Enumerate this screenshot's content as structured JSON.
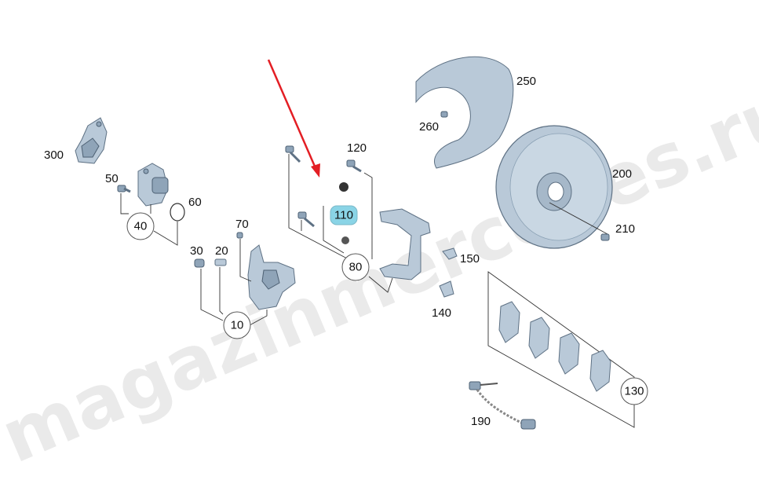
{
  "watermark": {
    "text": "magazinmercedes.ru"
  },
  "highlight_color": "#8ad4e6",
  "arrow_color": "#e31e24",
  "labels": {
    "p300": "300",
    "p50": "50",
    "p40": "40",
    "p60": "60",
    "p70": "70",
    "p30": "30",
    "p20": "20",
    "p10": "10",
    "p120": "120",
    "p110": "110",
    "p80": "80",
    "p150": "150",
    "p140": "140",
    "p250": "250",
    "p260": "260",
    "p200": "200",
    "p210": "210",
    "p130": "130",
    "p190": "190"
  },
  "icons": {
    "pointer": "red-arrow-icon"
  }
}
